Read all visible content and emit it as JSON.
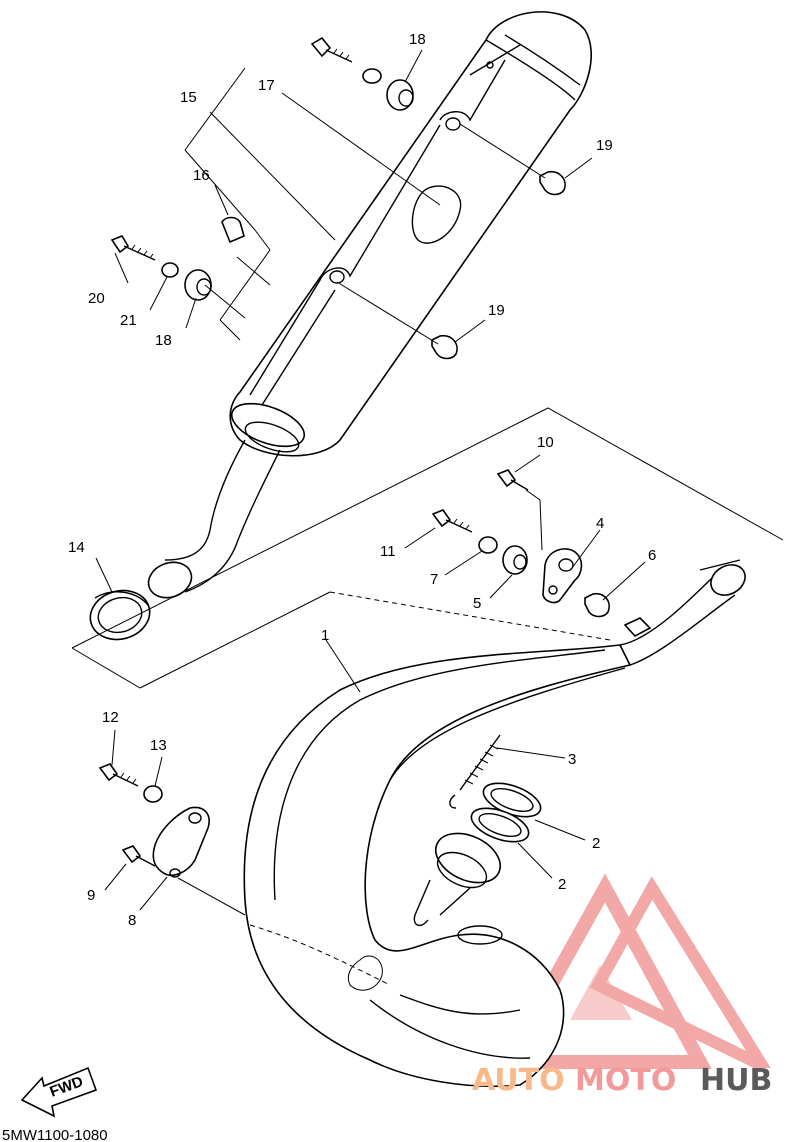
{
  "diagram": {
    "code": "5MW1100-1080",
    "fwd_label": "FWD",
    "callouts": [
      {
        "id": "1",
        "label": "1"
      },
      {
        "id": "2a",
        "label": "2"
      },
      {
        "id": "2b",
        "label": "2"
      },
      {
        "id": "3",
        "label": "3"
      },
      {
        "id": "4",
        "label": "4"
      },
      {
        "id": "5",
        "label": "5"
      },
      {
        "id": "6",
        "label": "6"
      },
      {
        "id": "7",
        "label": "7"
      },
      {
        "id": "8",
        "label": "8"
      },
      {
        "id": "9",
        "label": "9"
      },
      {
        "id": "10",
        "label": "10"
      },
      {
        "id": "11",
        "label": "11"
      },
      {
        "id": "12",
        "label": "12"
      },
      {
        "id": "13",
        "label": "13"
      },
      {
        "id": "14",
        "label": "14"
      },
      {
        "id": "15",
        "label": "15"
      },
      {
        "id": "16",
        "label": "16"
      },
      {
        "id": "17",
        "label": "17"
      },
      {
        "id": "18a",
        "label": "18"
      },
      {
        "id": "18b",
        "label": "18"
      },
      {
        "id": "19a",
        "label": "19"
      },
      {
        "id": "19b",
        "label": "19"
      },
      {
        "id": "20",
        "label": "20"
      },
      {
        "id": "21",
        "label": "21"
      }
    ]
  },
  "watermark": {
    "part1": "AUTO",
    "part2": "MOTO",
    "part3": "HUB",
    "color_primary": "#f29a9a",
    "color_secondary": "#f7b98a",
    "color_dark": "#5a5a5a"
  }
}
